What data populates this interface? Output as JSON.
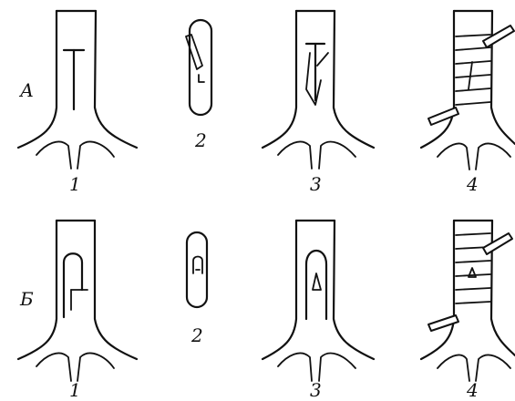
{
  "rows": [
    {
      "row_label": "А",
      "panels": [
        {
          "caption": "1"
        },
        {
          "caption": "2"
        },
        {
          "caption": "3"
        },
        {
          "caption": "4"
        }
      ]
    },
    {
      "row_label": "Б",
      "panels": [
        {
          "caption": "1"
        },
        {
          "caption": "2"
        },
        {
          "caption": "3"
        },
        {
          "caption": "4"
        }
      ]
    }
  ]
}
